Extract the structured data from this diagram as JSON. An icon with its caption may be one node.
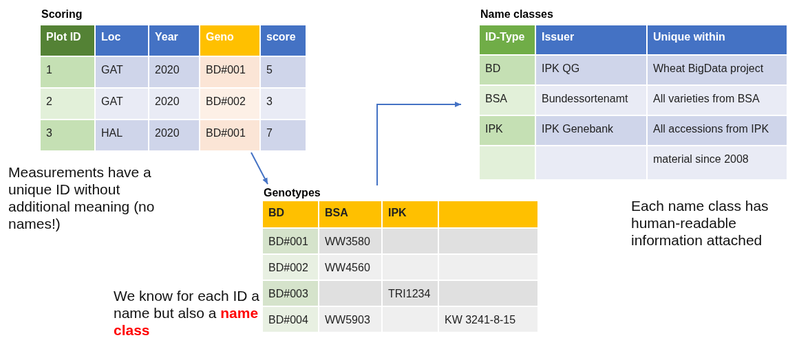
{
  "diagram": {
    "nodes": [
      {
        "text": [
          "Scoring"
        ]
      },
      {
        "text": [
          "Genotypes"
        ]
      },
      {
        "text": [
          "Name classes"
        ]
      }
    ],
    "edges": [
      {
        "from": 0,
        "to": 1,
        "arrow": "to"
      },
      {
        "from": 1,
        "to": 2,
        "arrow": "to"
      }
    ],
    "labels": [
      "Plot ID",
      "Loc",
      "Year",
      "Geno",
      "score",
      "1",
      "GAT",
      "2020",
      "BD#001",
      "5",
      "2",
      "GAT",
      "2020",
      "BD#002",
      "3",
      "3",
      "HAL",
      "2020",
      "BD#001",
      "7",
      "ID-Type",
      "Issuer",
      "Unique within",
      "BD",
      "IPK QG",
      "Wheat BigData project",
      "BSA",
      "Bundessortenamt",
      "All varieties from BSA",
      "IPK",
      "IPK Genebank",
      "All accessions from IPK",
      "material since 2008",
      "BD",
      "BSA",
      "IPK",
      "BD#001",
      "WW3580",
      "BD#002",
      "WW4560",
      "BD#003",
      "TRI1234",
      "BD#004",
      "WW5903",
      "KW 3241-8-15",
      "Measurements have a unique ID without additional meaning (no names!)",
      "Each name class has human-readable information attached",
      "We know for each ID a name but also a **name class**"
    ]
  }
}
